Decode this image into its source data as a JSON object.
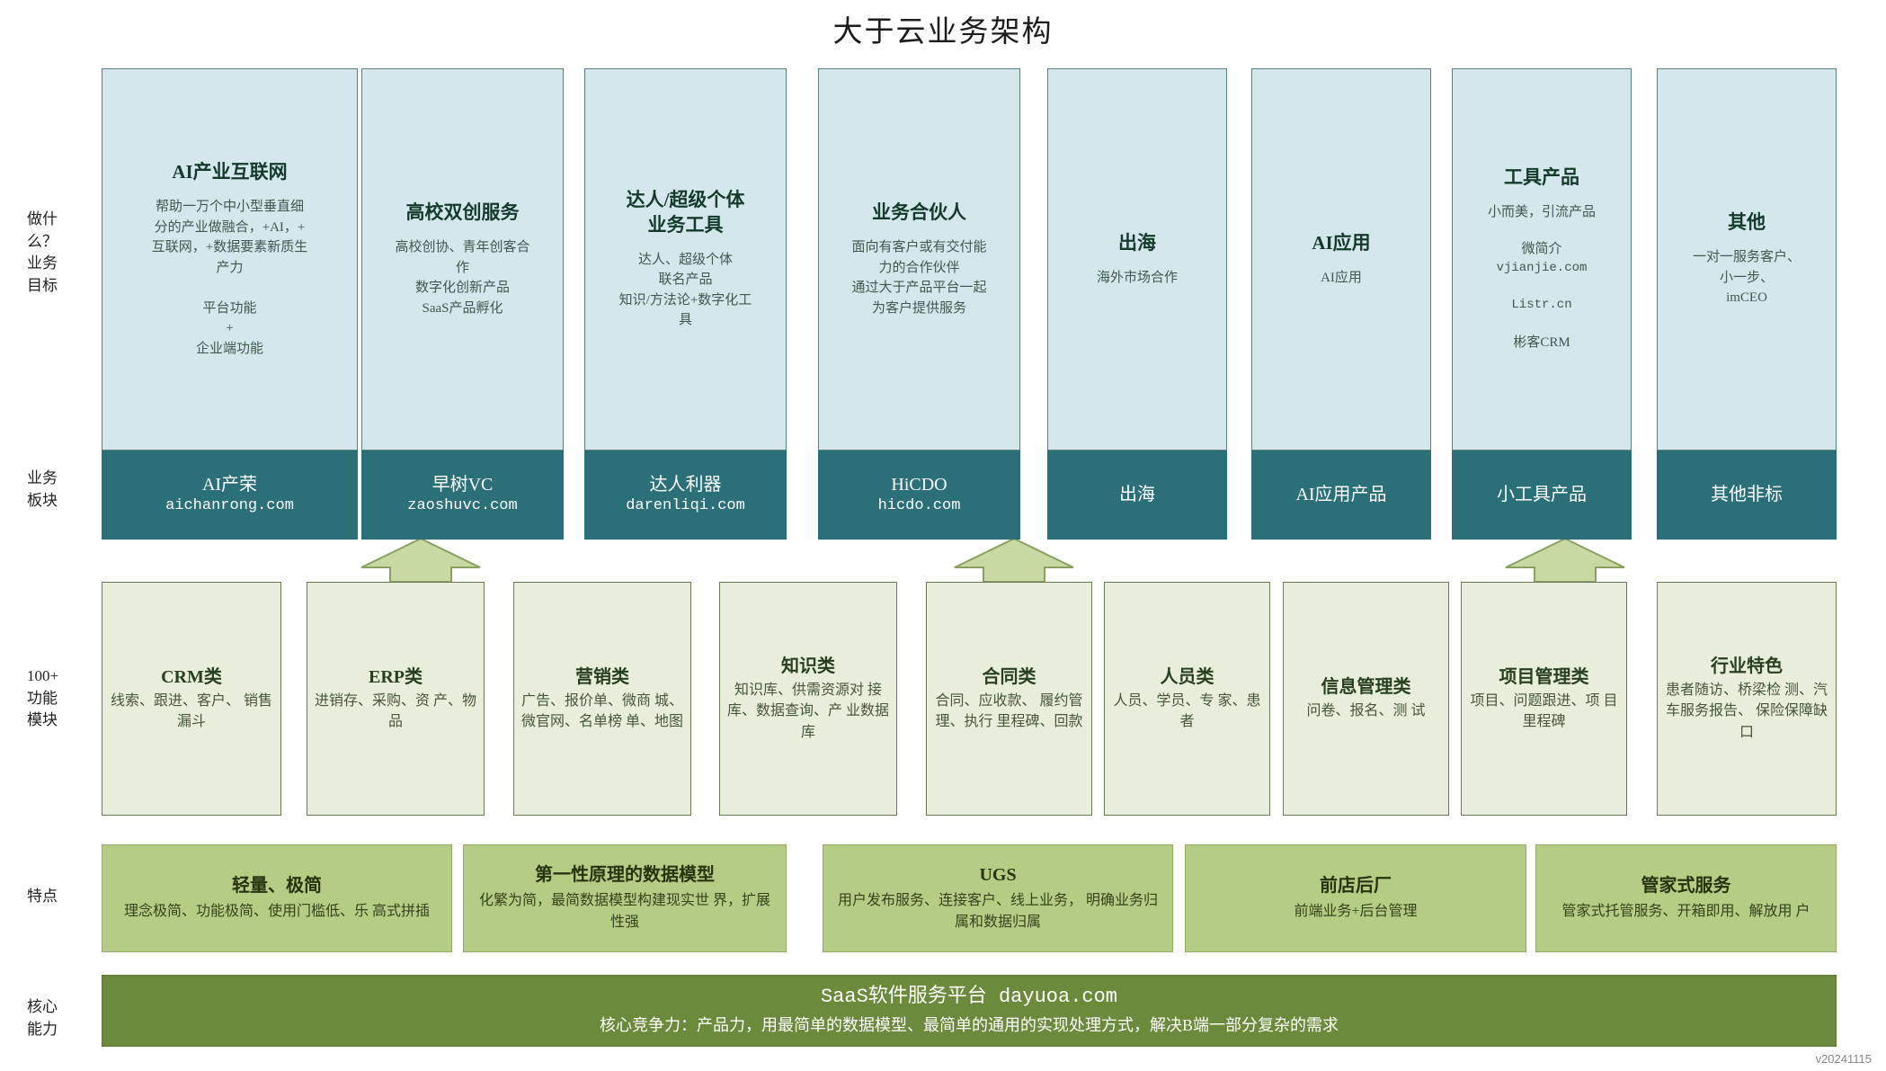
{
  "title": "大于云业务架构",
  "version_label": "v20241115",
  "colors": {
    "top_fill": "#d3e7ec",
    "top_border": "#5c7f77",
    "block_fill": "#2b7079",
    "func_fill": "#e9eedc",
    "func_border": "#6a7a55",
    "feature_fill": "#b5cc84",
    "core_fill": "#6c8a3b",
    "arrow_fill": "#c9d9a4",
    "arrow_border": "#8aa05e",
    "title_text": "#1d1d1d",
    "body_text": "#3e5a4c"
  },
  "row_labels": {
    "goals": "做什\n么？\n业务\n目标",
    "blocks": "业务\n板块",
    "modules": "100+\n功能\n模块",
    "features": "特点",
    "core": "核心\n能力"
  },
  "goals": [
    {
      "title": "AI产业互联网",
      "desc": "帮助一万个中小型垂直细\n分的产业做融合，+AI，+\n互联网，+数据要素新质生\n产力\n\n平台功能\n+\n企业端功能"
    },
    {
      "title": "高校双创服务",
      "desc": "高校创协、青年创客合\n作\n数字化创新产品\nSaaS产品孵化"
    },
    {
      "title": "达人/超级个体\n业务工具",
      "desc": "达人、超级个体\n联名产品\n知识/方法论+数字化工\n具"
    },
    {
      "title": "业务合伙人",
      "desc": "面向有客户或有交付能\n力的合作伙伴\n通过大于产品平台一起\n为客户提供服务"
    },
    {
      "title": "出海",
      "desc": "海外市场合作"
    },
    {
      "title": "AI应用",
      "desc": "AI应用"
    },
    {
      "title": "工具产品",
      "desc": "小而美，引流产品",
      "links": [
        "微简介",
        "vjianjie.com",
        "Listr.cn",
        "彬客CRM"
      ]
    },
    {
      "title": "其他",
      "desc": "一对一服务客户、\n小一步、\nimCEO"
    }
  ],
  "blocks": [
    {
      "name": "AI产荣",
      "url": "aichanrong.com"
    },
    {
      "name": "早树VC",
      "url": "zaoshuvc.com"
    },
    {
      "name": "达人利器",
      "url": "darenliqi.com"
    },
    {
      "name": "HiCDO",
      "url": "hicdo.com"
    },
    {
      "name": "出海",
      "url": ""
    },
    {
      "name": "AI应用产品",
      "url": ""
    },
    {
      "name": "小工具产品",
      "url": ""
    },
    {
      "name": "其他非标",
      "url": ""
    }
  ],
  "modules": [
    {
      "title": "CRM类",
      "desc": "线索、跟进、客户、\n销售漏斗"
    },
    {
      "title": "ERP类",
      "desc": "进销存、采购、资\n产、物品"
    },
    {
      "title": "营销类",
      "desc": "广告、报价单、微商\n城、微官网、名单榜\n单、地图"
    },
    {
      "title": "知识类",
      "desc": "知识库、供需资源对\n接库、数据查询、产\n业数据库"
    },
    {
      "title": "合同类",
      "desc": "合同、应收款、\n履约管理、执行\n里程碑、回款"
    },
    {
      "title": "人员类",
      "desc": "人员、学员、专\n家、患者"
    },
    {
      "title": "信息管理类",
      "desc": "问卷、报名、测\n试"
    },
    {
      "title": "项目管理类",
      "desc": "项目、问题跟进、项\n目里程碑"
    },
    {
      "title": "行业特色",
      "desc": "患者随访、桥梁检\n测、汽车服务报告、\n保险保障缺口"
    }
  ],
  "features": [
    {
      "title": "轻量、极简",
      "desc": "理念极简、功能极简、使用门槛低、乐\n高式拼插"
    },
    {
      "title": "第一性原理的数据模型",
      "desc": "化繁为简，最简数据模型构建现实世\n界，扩展性强"
    },
    {
      "title": "UGS",
      "desc": "用户发布服务、连接客户、线上业务，\n明确业务归属和数据归属"
    },
    {
      "title": "前店后厂",
      "desc": "前端业务+后台管理"
    },
    {
      "title": "管家式服务",
      "desc": "管家式托管服务、开箱即用、解放用\n户"
    }
  ],
  "core": {
    "title": "SaaS软件服务平台 dayuoa.com",
    "subtitle": "核心竞争力：产品力，用最简单的数据模型、最简单的通用的实现处理方式，解决B端一部分复杂的需求"
  },
  "arrows": [
    {
      "label": "arrow-to-zaoshuvc"
    },
    {
      "label": "arrow-to-hicdo"
    },
    {
      "label": "arrow-to-xiaogongju"
    }
  ]
}
